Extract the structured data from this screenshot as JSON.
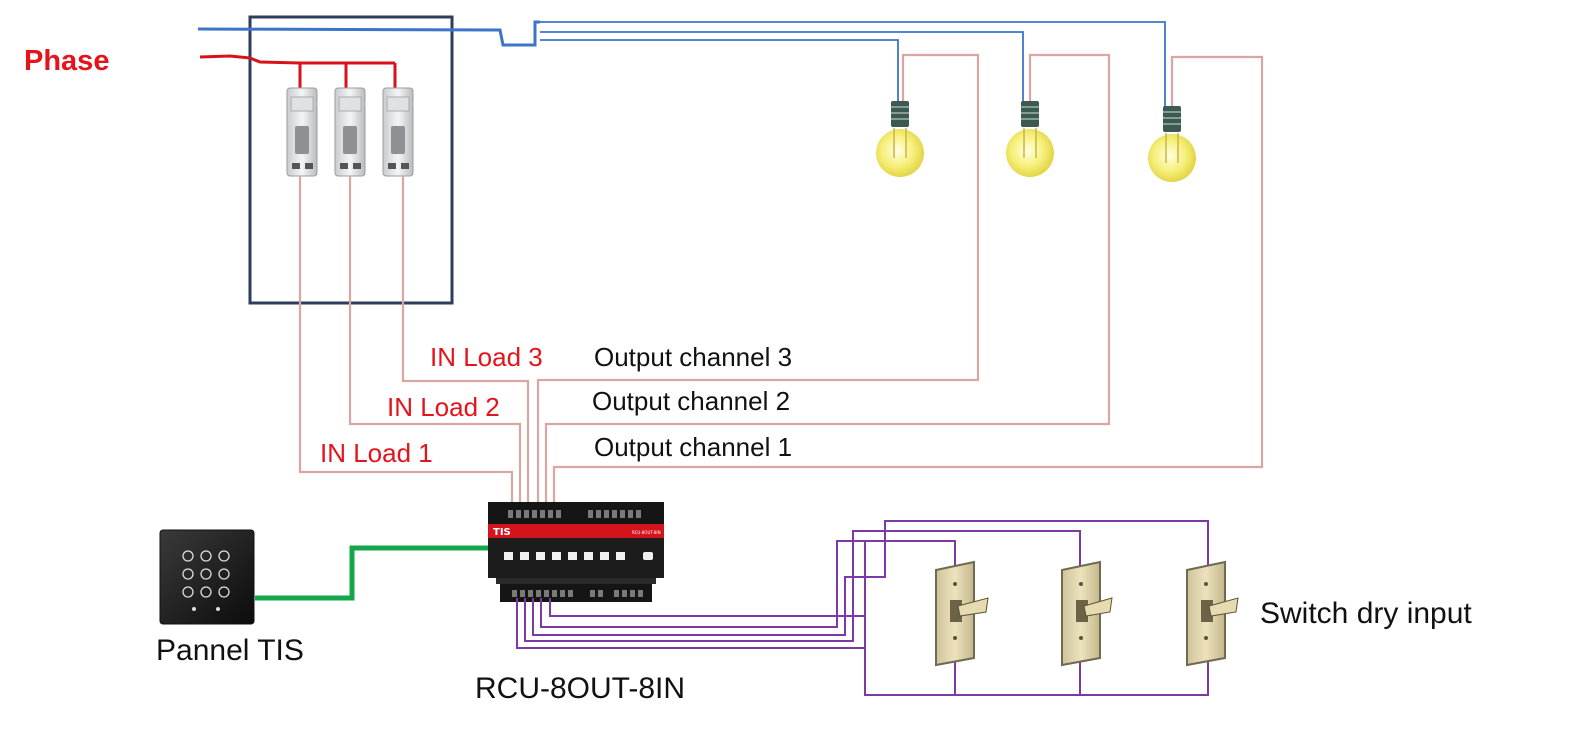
{
  "labels": {
    "phase": "Phase",
    "in_load_3": "IN Load 3",
    "in_load_2": "IN Load 2",
    "in_load_1": "IN Load 1",
    "output_channel_3": "Output channel 3",
    "output_channel_2": "Output channel 2",
    "output_channel_1": "Output channel 1",
    "panel": "Pannel TIS",
    "controller": "RCU-8OUT-8IN",
    "switch_input": "Switch dry input"
  },
  "device": {
    "brand": "TIS",
    "model_plate": "RCU-8OUT-8IN"
  },
  "colors": {
    "phase_wire": "#d8121b",
    "neutral_wire": "#3c74c9",
    "load_wire": "#d9a6a2",
    "bus_wire": "#15a84a",
    "input_wire": "#7c3aa8",
    "panel_box": "#2d3e5c",
    "label_red": "#e3141b"
  }
}
